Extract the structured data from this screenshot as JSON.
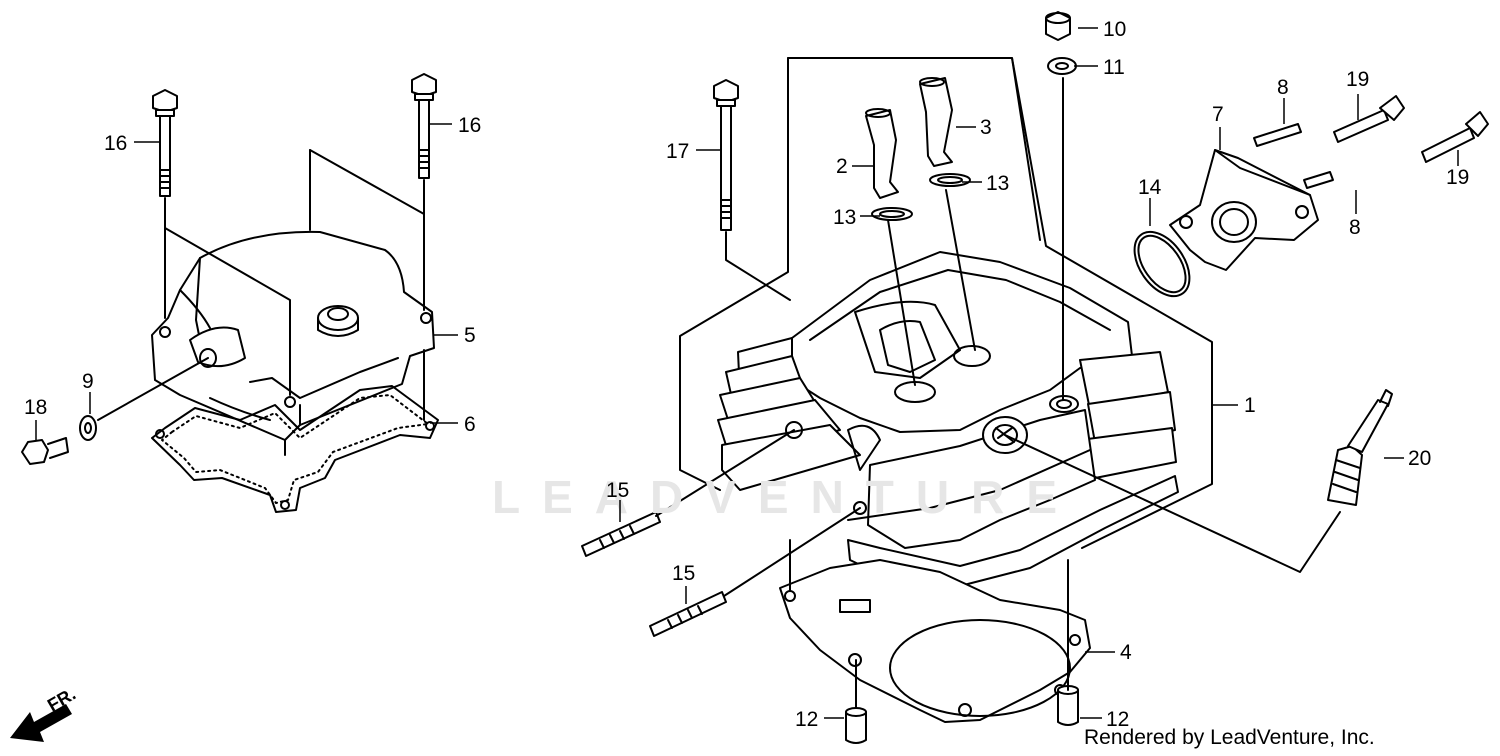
{
  "watermark": "LEADVENTURE",
  "credit": "Rendered by LeadVenture, Inc.",
  "front_marker": "FR.",
  "callouts": [
    {
      "id": "c1",
      "text": "1"
    },
    {
      "id": "c2",
      "text": "2"
    },
    {
      "id": "c3",
      "text": "3"
    },
    {
      "id": "c4",
      "text": "4"
    },
    {
      "id": "c5",
      "text": "5"
    },
    {
      "id": "c6",
      "text": "6"
    },
    {
      "id": "c7",
      "text": "7"
    },
    {
      "id": "c8a",
      "text": "8"
    },
    {
      "id": "c8b",
      "text": "8"
    },
    {
      "id": "c9",
      "text": "9"
    },
    {
      "id": "c10",
      "text": "10"
    },
    {
      "id": "c11",
      "text": "11"
    },
    {
      "id": "c12a",
      "text": "12"
    },
    {
      "id": "c12b",
      "text": "12"
    },
    {
      "id": "c13a",
      "text": "13"
    },
    {
      "id": "c13b",
      "text": "13"
    },
    {
      "id": "c14",
      "text": "14"
    },
    {
      "id": "c15a",
      "text": "15"
    },
    {
      "id": "c15b",
      "text": "15"
    },
    {
      "id": "c16a",
      "text": "16"
    },
    {
      "id": "c16b",
      "text": "16"
    },
    {
      "id": "c17",
      "text": "17"
    },
    {
      "id": "c18",
      "text": "18"
    },
    {
      "id": "c19a",
      "text": "19"
    },
    {
      "id": "c19b",
      "text": "19"
    },
    {
      "id": "c20",
      "text": "20"
    }
  ]
}
